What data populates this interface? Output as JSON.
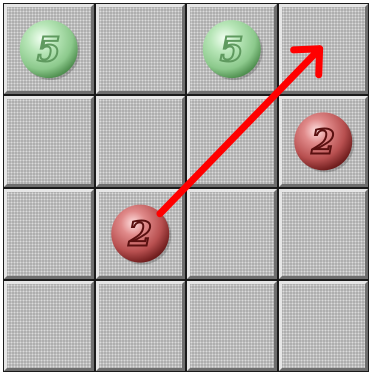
{
  "board": {
    "rows": 4,
    "cols": 4
  },
  "pieces": [
    {
      "value": "5",
      "color": "green",
      "row": 0,
      "col": 0
    },
    {
      "value": "5",
      "color": "green",
      "row": 0,
      "col": 2
    },
    {
      "value": "2",
      "color": "red",
      "row": 1,
      "col": 3
    },
    {
      "value": "2",
      "color": "red",
      "row": 2,
      "col": 1
    }
  ],
  "move_arrow": {
    "from": {
      "row": 2,
      "col": 1
    },
    "to": {
      "row": 0,
      "col": 3
    },
    "color": "#ff0000"
  },
  "colors": {
    "green_ball": "#a6d8a6",
    "green_ball_dark": "#4f8f4f",
    "green_text": "#5f9a5f",
    "red_ball": "#d98080",
    "red_ball_dark": "#7a2222",
    "red_text": "#5a1010",
    "tile": "#bdbdbd",
    "grid_line": "#1a1a1a"
  }
}
